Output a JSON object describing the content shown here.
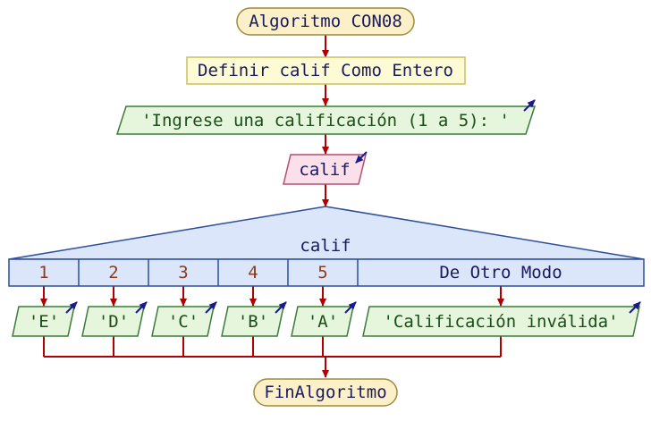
{
  "start": {
    "label": "Algoritmo CON08"
  },
  "define": {
    "label": "Definir calif Como Entero"
  },
  "output_prompt": {
    "label": "'Ingrese una calificación (1 a 5): '"
  },
  "input_read": {
    "label": "calif"
  },
  "switch": {
    "variable": "calif",
    "cases": [
      "1",
      "2",
      "3",
      "4",
      "5"
    ],
    "default_label": "De Otro Modo"
  },
  "case_outputs": [
    "'E'",
    "'D'",
    "'C'",
    "'B'",
    "'A'",
    "'Calificación inválida'"
  ],
  "end": {
    "label": "FinAlgoritmo"
  },
  "colors": {
    "terminal_fill": "#fcf0c8",
    "terminal_stroke": "#a08a3c",
    "process_fill": "#fdfbd4",
    "process_stroke": "#c9c060",
    "output_fill": "#e6f6dc",
    "output_stroke": "#3c7a3c",
    "input_fill": "#fbe0ec",
    "input_stroke": "#b05070",
    "switch_fill": "#dce6fa",
    "switch_stroke": "#2c4e9c",
    "arrow": "#b00000",
    "io_arrow": "#1a1a8c"
  }
}
